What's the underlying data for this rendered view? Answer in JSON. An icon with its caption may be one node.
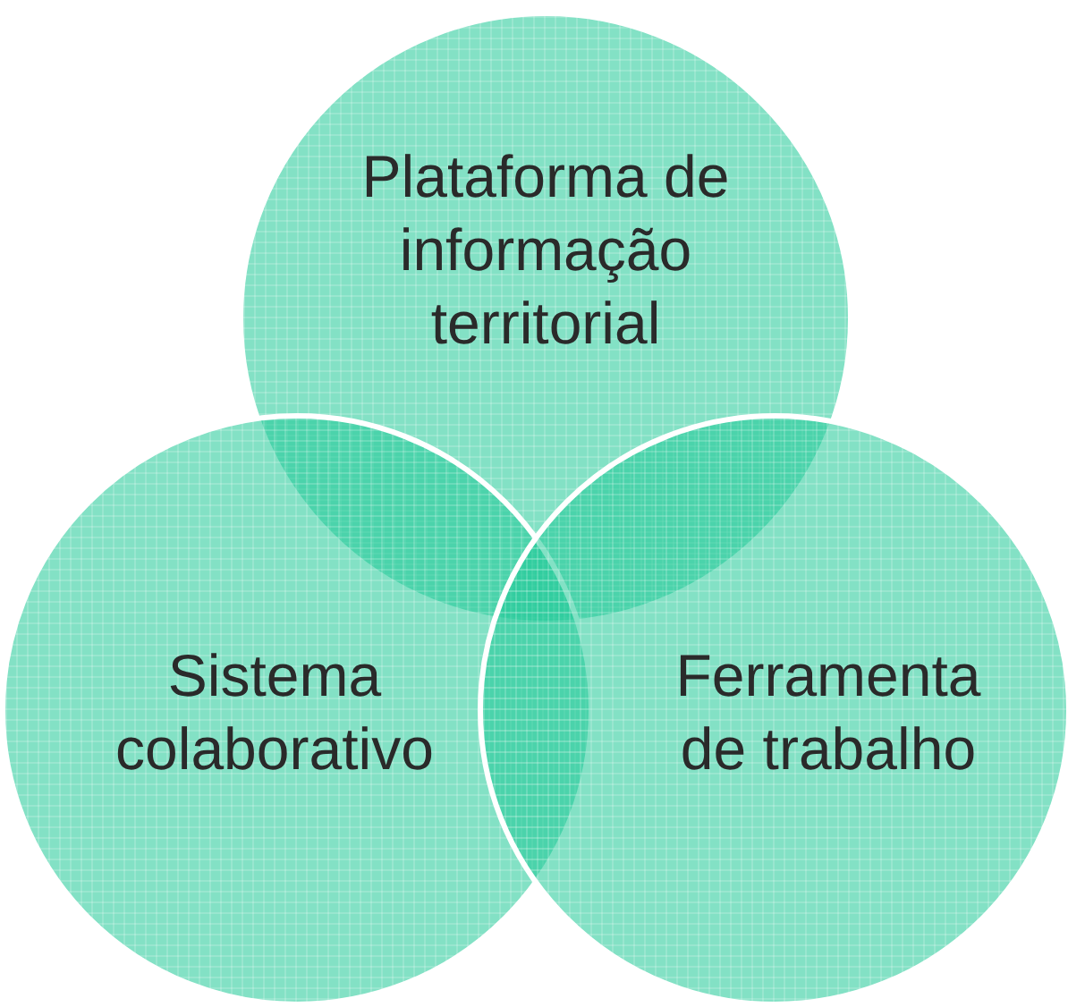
{
  "diagram": {
    "nodes": [
      {
        "text": [
          "Plataforma de informação territorial"
        ]
      },
      {
        "text": [
          "Sistema colaborativo"
        ]
      },
      {
        "text": [
          "Ferramenta de trabalho"
        ]
      }
    ]
  }
}
